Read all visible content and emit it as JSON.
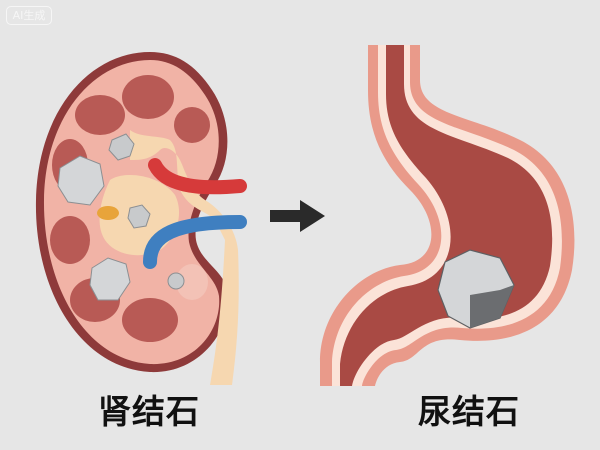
{
  "badge": {
    "text": "AI生成"
  },
  "labels": {
    "left": "肾结石",
    "right": "尿结石"
  },
  "colors": {
    "background": "#e6e6e6",
    "kidney_outer": "#8e3a3a",
    "kidney_cortex": "#f1b3a6",
    "medulla": "#b85a55",
    "pelvis": "#f6d7b0",
    "artery": "#d63a3a",
    "vein": "#3f7fc0",
    "stone": "#c8cacc",
    "ureter_wall": "#e99a8a",
    "ureter_lumen": "#a94a44",
    "arrow": "#2a2a2a"
  },
  "icons": {
    "arrow": "arrow-right-icon"
  }
}
